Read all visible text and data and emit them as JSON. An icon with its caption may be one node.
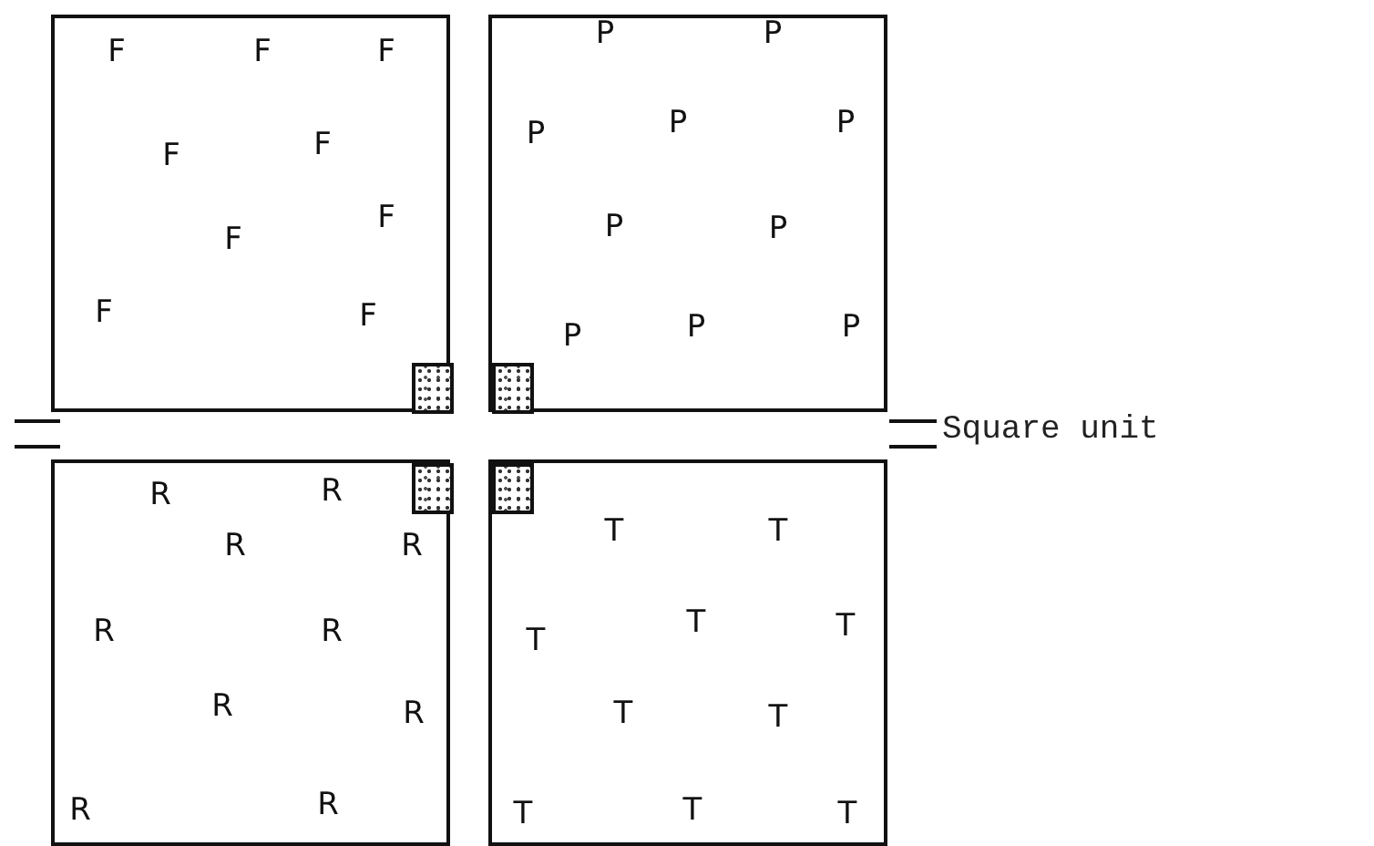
{
  "diagram": {
    "nodes": [
      {
        "text": [
          "F",
          "F",
          "F",
          "F",
          "F",
          "F",
          "F",
          "F",
          "F"
        ]
      },
      {
        "text": [],
        "shape": "box",
        "in": 0
      },
      {
        "text": [
          "P",
          "P",
          "P",
          "P",
          "P",
          "P",
          "P",
          "P",
          "P",
          "P"
        ]
      },
      {
        "text": [],
        "shape": "box",
        "in": 2
      },
      {
        "text": [
          "R",
          "R",
          "R",
          "R",
          "R",
          "R",
          "R",
          "R",
          "R",
          "R"
        ]
      },
      {
        "text": [],
        "shape": "box",
        "in": 4
      },
      {
        "text": [
          "T",
          "T",
          "T",
          "T",
          "T",
          "T",
          "T",
          "T",
          "T",
          "T"
        ]
      },
      {
        "text": [],
        "shape": "box",
        "in": 6
      }
    ],
    "labels": [
      "Square unit"
    ]
  }
}
